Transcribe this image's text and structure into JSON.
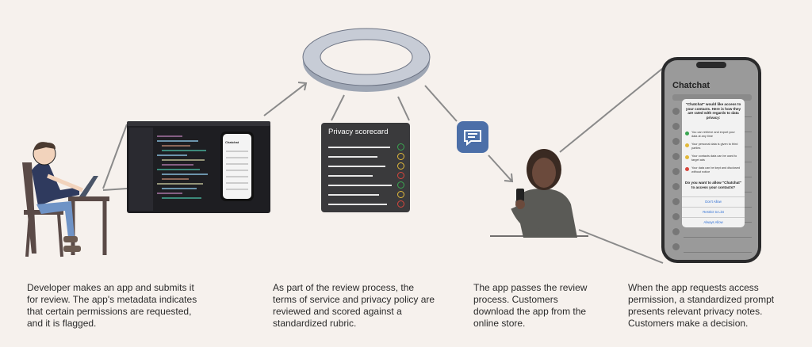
{
  "captions": [
    "Developer makes an app and submits it for review. The app's metadata indicates that certain permissions are requested, and it is flagged.",
    "As part of the review process, the terms of service and privacy policy are reviewed and scored against a standardized rubric.",
    "The app passes the review process. Customers download the app from the online store.",
    "When the app requests access permission, a standardized prompt presents relevant privacy notes. Customers make a decision."
  ],
  "scorecard": {
    "title": "Privacy scorecard",
    "rows": [
      {
        "status": "good",
        "color": "#3aa651"
      },
      {
        "status": "warning",
        "color": "#e2b93b"
      },
      {
        "status": "warning",
        "color": "#e2b93b"
      },
      {
        "status": "bad",
        "color": "#d8463c"
      },
      {
        "status": "good",
        "color": "#3aa651"
      },
      {
        "status": "warning",
        "color": "#e2b93b"
      },
      {
        "status": "bad",
        "color": "#d8463c"
      }
    ]
  },
  "laptop_screen": {
    "app_title": "Chatchat"
  },
  "chat_badge": {
    "icon": "chat-bubble-icon",
    "color": "#4c6fa8"
  },
  "phone": {
    "app_title": "Chatchat",
    "dialog": {
      "heading": "\"Chatchat\" would like access to your contacts. Here is how they are rated with regards to data privacy:",
      "notes": [
        {
          "text": "You can retrieve and export your data at any time",
          "color": "#3aa651"
        },
        {
          "text": "Your personal data is given to third parties",
          "color": "#e2b93b"
        },
        {
          "text": "Your contacts data can be used to target ads",
          "color": "#e2b93b"
        },
        {
          "text": "Your data can be kept and disclosed without notice",
          "color": "#d8463c"
        }
      ],
      "question": "Do you want to allow \"Chatchat\" to access your contacts?",
      "buttons": [
        "Don't Allow",
        "Restrict to List",
        "Always Allow"
      ]
    }
  }
}
